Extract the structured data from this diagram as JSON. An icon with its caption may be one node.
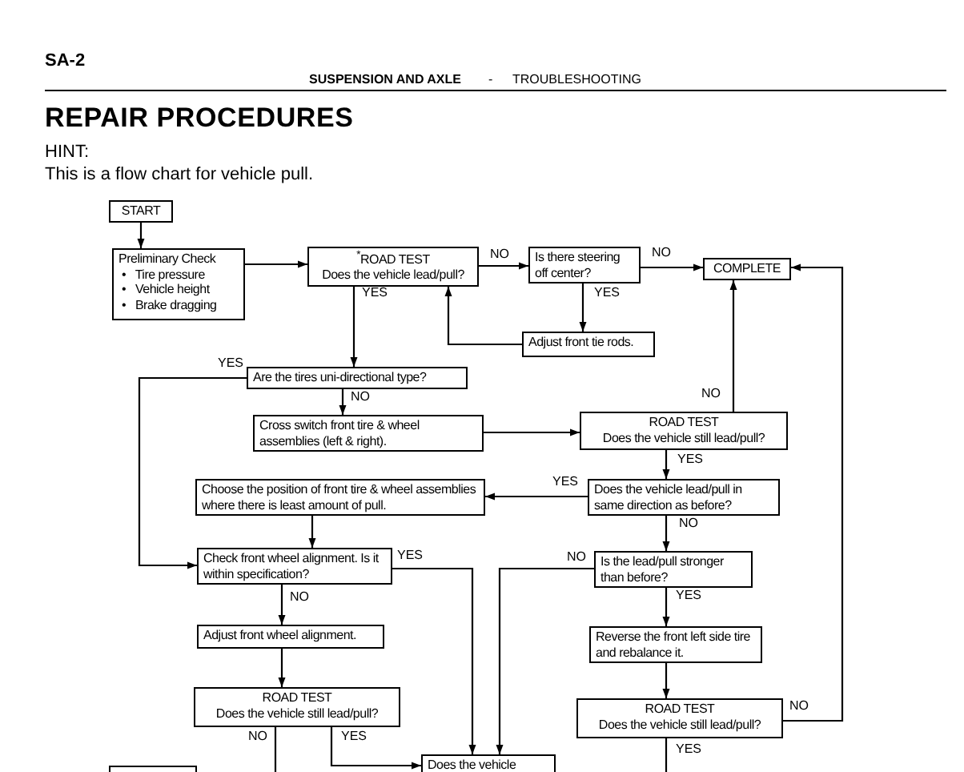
{
  "diagram": {
    "title": "REPAIR PROCEDURES",
    "nodes": [
      {
        "text": [
          "START"
        ]
      },
      {
        "text": [
          "Preliminary Check",
          "•   Tire pressure",
          "•   Vehicle height",
          "•   Brake dragging"
        ]
      },
      {
        "text": [
          "$^{*}$ROAD TEST",
          "Does the vehicle lead/pull?"
        ]
      },
      {
        "text": [
          "Is there steering off center?"
        ]
      },
      {
        "text": [
          "COMPLETE"
        ]
      },
      {
        "text": [
          "Adjust front tie rods."
        ]
      },
      {
        "text": [
          "Are the tires uni-directional type?"
        ]
      },
      {
        "text": [
          "Cross switch front tire & wheel assemblies (left & right)."
        ]
      },
      {
        "text": [
          "ROAD TEST",
          "Does the vehicle still lead/pull?"
        ]
      },
      {
        "text": [
          "Choose the position of front tire & wheel assemblies where there is least amount of pull."
        ]
      },
      {
        "text": [
          "Does the vehicle lead/pull in same direction as before?"
        ]
      },
      {
        "text": [
          "Check front wheel alignment. Is it within specification?"
        ]
      },
      {
        "text": [
          "Is the lead/pull stronger than before?"
        ]
      },
      {
        "text": [
          "Adjust front wheel alignment."
        ]
      },
      {
        "text": [
          "Reverse the front left side tire and rebalance it."
        ]
      },
      {
        "text": [
          "ROAD TEST",
          "Does the vehicle still lead/pull?"
        ]
      },
      {
        "text": [
          "ROAD TEST",
          "Does the vehicle still lead/pull?"
        ]
      },
      {
        "text": [
          "Does the vehicle"
        ]
      },
      {
        "text": [],
        "shape": "box"
      }
    ],
    "edges": [
      {
        "from": 0,
        "to": 1,
        "arrow": "to"
      },
      {
        "from": 1,
        "to": 2,
        "arrow": "to"
      },
      {
        "from": 2,
        "to": 3,
        "arrow": "to",
        "label": "NO"
      },
      {
        "from": 3,
        "to": 4,
        "arrow": "to",
        "label": "NO"
      },
      {
        "from": 3,
        "to": 5,
        "arrow": "to",
        "label": "YES"
      },
      {
        "from": 5,
        "to": 2,
        "arrow": "to"
      },
      {
        "from": 2,
        "to": 6,
        "arrow": "to",
        "label": "YES"
      },
      {
        "from": 6,
        "to": 7,
        "arrow": "to",
        "label": "NO"
      },
      {
        "from": 6,
        "to": 11,
        "arrow": "to",
        "label": "YES"
      },
      {
        "from": 7,
        "to": 8,
        "arrow": "to"
      },
      {
        "from": 8,
        "to": 4,
        "arrow": "to",
        "label": "NO"
      },
      {
        "from": 8,
        "to": 10,
        "arrow": "to",
        "label": "YES"
      },
      {
        "from": 10,
        "to": 9,
        "arrow": "to",
        "label": "YES"
      },
      {
        "from": 9,
        "to": 11,
        "arrow": "to"
      },
      {
        "from": 11,
        "to": 13,
        "arrow": "to",
        "label": "NO"
      },
      {
        "from": 11,
        "to": 17,
        "arrow": "to",
        "label": "YES"
      },
      {
        "from": 13,
        "to": 15,
        "arrow": "to"
      },
      {
        "from": 15,
        "to": null,
        "arrow": "none",
        "label": "NO"
      },
      {
        "from": 15,
        "to": 17,
        "arrow": "to",
        "label": "YES"
      },
      {
        "from": 10,
        "to": 12,
        "arrow": "to",
        "label": "NO"
      },
      {
        "from": 12,
        "to": 17,
        "arrow": "to",
        "label": "NO"
      },
      {
        "from": 12,
        "to": 14,
        "arrow": "to",
        "label": "YES"
      },
      {
        "from": 14,
        "to": 16,
        "arrow": "to"
      },
      {
        "from": 16,
        "to": 4,
        "arrow": "to",
        "label": "NO"
      },
      {
        "from": 16,
        "to": null,
        "arrow": "none",
        "label": "YES"
      }
    ],
    "labels": [
      "SA-2",
      "SUSPENSION AND AXLE",
      "-",
      "TROUBLESHOOTING",
      "HINT:",
      "This is a flow chart for vehicle pull."
    ]
  }
}
